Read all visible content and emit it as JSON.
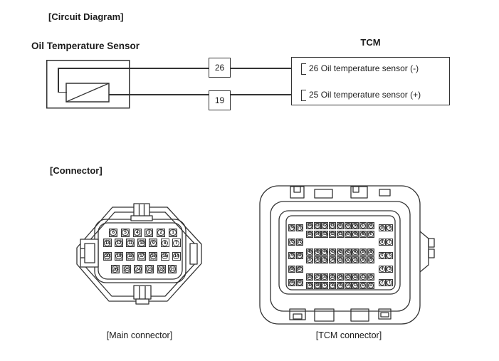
{
  "colors": {
    "line": "#333333",
    "pin_shaded_fill": "#b0b0b0",
    "pin_open_fill": "#ffffff",
    "background": "#ffffff"
  },
  "circuit": {
    "section_title": "[Circuit Diagram]",
    "sensor_label": "Oil Temperature Sensor",
    "tcm_title": "TCM",
    "wires": [
      {
        "junction_pin": "26",
        "tcm_pin": "26",
        "tcm_label": "Oil temperature sensor (-)"
      },
      {
        "junction_pin": "19",
        "tcm_pin": "25",
        "tcm_label": "Oil temperature sensor (+)"
      }
    ]
  },
  "connector_section": {
    "section_title": "[Connector]",
    "main_connector": {
      "caption": "[Main connector]",
      "pin_rows": [
        [
          "6",
          "5",
          "4",
          "3",
          "2",
          "1"
        ],
        [
          "13",
          "12",
          "11",
          "10",
          "9",
          "8",
          "7"
        ],
        [
          "20",
          "19",
          "18",
          "17",
          "16",
          "15",
          "14"
        ],
        [
          "26",
          "25",
          "24",
          "23",
          "22",
          "21"
        ]
      ],
      "open_pins": [
        "7",
        "8",
        "14",
        "15"
      ]
    },
    "tcm_connector": {
      "caption": "[TCM connector]",
      "left_pin_pairs": [
        [
          "74",
          "73"
        ],
        [
          "72",
          "71"
        ],
        [
          "70",
          "69"
        ],
        [
          "68",
          "67"
        ],
        [
          "66",
          "65"
        ]
      ],
      "right_pin_pairs": [
        [
          "10",
          "9"
        ],
        [
          "8",
          "7"
        ],
        [
          "6",
          "5"
        ],
        [
          "4",
          "3"
        ],
        [
          "2",
          "1"
        ]
      ],
      "middle_pin_rows": [
        [
          "64",
          "63",
          "62",
          "61",
          "60",
          "59",
          "58",
          "57",
          "56"
        ],
        [
          "55",
          "54",
          "53",
          "52",
          "51",
          "50",
          "49",
          "48",
          "47"
        ],
        [
          "46",
          "45",
          "44",
          "43",
          "42",
          "41",
          "40",
          "39",
          "38"
        ],
        [
          "37",
          "36",
          "35",
          "34",
          "33",
          "32",
          "31",
          "30",
          "29"
        ],
        [
          "28",
          "27",
          "26",
          "25",
          "24",
          "23",
          "22",
          "21",
          "20"
        ],
        [
          "19",
          "18",
          "17",
          "16",
          "15",
          "14",
          "13",
          "12",
          "11"
        ]
      ],
      "open_pins": [
        "10",
        "9",
        "8",
        "7",
        "6",
        "5",
        "4",
        "3",
        "2",
        "1"
      ]
    }
  }
}
